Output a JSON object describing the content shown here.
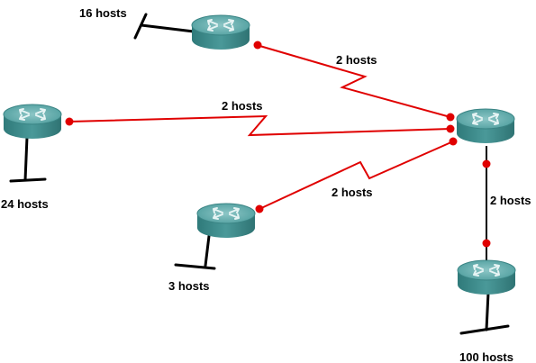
{
  "routers": [
    {
      "id": "r-top",
      "lan_label": "16 hosts"
    },
    {
      "id": "r-left",
      "lan_label": "24 hosts"
    },
    {
      "id": "r-mid",
      "lan_label": "3 hosts"
    },
    {
      "id": "r-bottom",
      "lan_label": "100 hosts"
    },
    {
      "id": "r-hub",
      "lan_label": ""
    }
  ],
  "links": [
    {
      "from": "r-top",
      "to": "r-hub",
      "type": "serial",
      "label": "2 hosts"
    },
    {
      "from": "r-left",
      "to": "r-hub",
      "type": "serial",
      "label": "2 hosts"
    },
    {
      "from": "r-mid",
      "to": "r-hub",
      "type": "serial",
      "label": "2 hosts"
    },
    {
      "from": "r-hub",
      "to": "r-bottom",
      "type": "ethernet",
      "label": "2 hosts"
    }
  ],
  "colors": {
    "serial_link": "#e00000",
    "router_body": "#3e8c8c",
    "router_top": "#6fb3b3"
  }
}
